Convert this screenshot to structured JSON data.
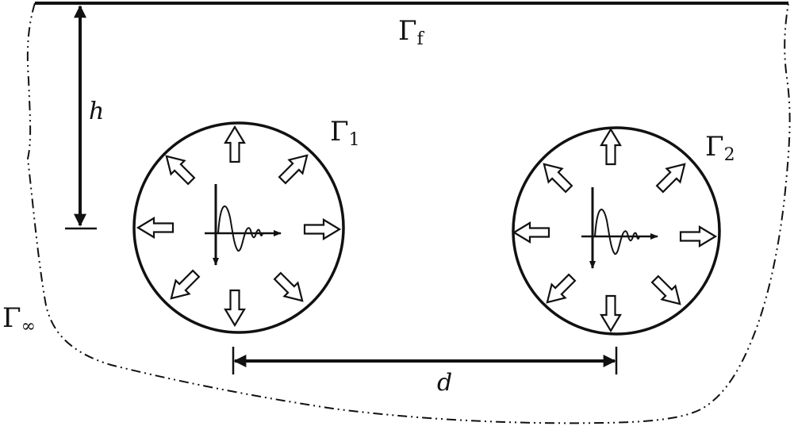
{
  "labels": {
    "free_surface": {
      "main": "Γ",
      "sub": "f"
    },
    "boundary_1": {
      "main": "Γ",
      "sub": "1"
    },
    "boundary_2": {
      "main": "Γ",
      "sub": "2"
    },
    "infinity_boundary": {
      "main": "Γ",
      "sub": "∞"
    },
    "depth": "h",
    "spacing": "d"
  },
  "colors": {
    "stroke": "#111111",
    "fill": "#ffffff"
  }
}
